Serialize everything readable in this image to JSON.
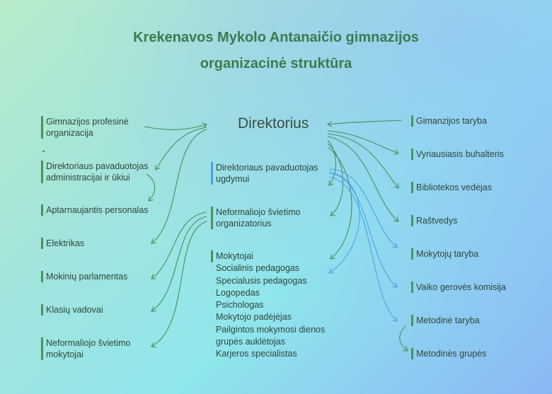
{
  "title": {
    "line1": "Krekenavos Mykolo Antanaičio gimnazijos",
    "line2": "organizacinė struktūra"
  },
  "director": "Direktorius",
  "left": [
    {
      "id": "profesine",
      "lines": [
        "Gimnazijos profesinė",
        "organizacija"
      ]
    },
    {
      "id": "pav-admin",
      "lines": [
        "Direktoriaus pavaduotojas",
        "administracijai ir ūkiui"
      ]
    },
    {
      "id": "aptarnaujantis",
      "lines": [
        "Aptarnaujantis personalas"
      ]
    },
    {
      "id": "elektrikas",
      "lines": [
        "Elektrikas"
      ]
    },
    {
      "id": "parlamentas",
      "lines": [
        "Mokinių parlamentas"
      ]
    },
    {
      "id": "vadovai",
      "lines": [
        "Klasių vadovai"
      ]
    },
    {
      "id": "neform-mokytojai",
      "lines": [
        "Neformaliojo švietimo",
        "mokytojai"
      ]
    }
  ],
  "center": [
    {
      "id": "pav-ugdymui",
      "lines": [
        "Direktoriaus pavaduotojas",
        "ugdymui"
      ]
    },
    {
      "id": "neform-org",
      "lines": [
        "Neformaliojo švietimo",
        "organizatorius"
      ]
    }
  ],
  "staff": [
    "Mokytojai",
    "Socialinis pedagogas",
    "Specialusis pedagogas",
    "Logopedas",
    "Psichologas",
    "Mokytojo padėjėjas",
    "Pailgintos mokymosi dienos",
    "grupės auklėtojas",
    "Karjeros specialistas"
  ],
  "right": [
    {
      "id": "taryba",
      "lines": [
        "Gimanzijos taryba"
      ]
    },
    {
      "id": "buhalteris",
      "lines": [
        "Vyriausiasis buhalteris"
      ]
    },
    {
      "id": "bibliotekos",
      "lines": [
        "Bibliotekos vedėjas"
      ]
    },
    {
      "id": "rastvedys",
      "lines": [
        "Raštvedys"
      ]
    },
    {
      "id": "mokytoju-taryba",
      "lines": [
        "Mokytojų taryba"
      ]
    },
    {
      "id": "gerove",
      "lines": [
        "Vaiko gerovės komisija"
      ]
    },
    {
      "id": "metodine-taryba",
      "lines": [
        "Metodinė taryba"
      ]
    },
    {
      "id": "metodines-grupes",
      "lines": [
        "Metodinės grupės"
      ]
    }
  ],
  "colors": {
    "title": "#3e7a4f",
    "connector_green": "#4c8c58",
    "connector_blue": "#4fa3e6"
  }
}
